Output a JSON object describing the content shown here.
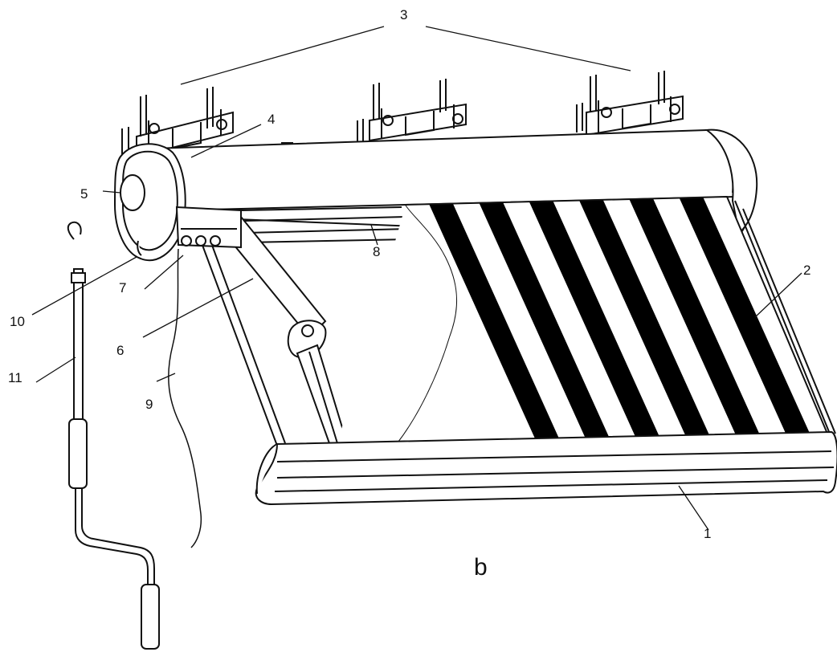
{
  "figure": {
    "caption": "b",
    "labels": {
      "l1": "1",
      "l2": "2",
      "l3": "3",
      "l4": "4",
      "l5": "5",
      "l6": "6",
      "l7": "7",
      "l8": "8",
      "l9": "9",
      "l10": "10",
      "l11": "11"
    }
  },
  "colors": {
    "ink": "#111111",
    "fabric_stripe": "#000000",
    "background": "#ffffff"
  },
  "icons": [
    "bracket-icon",
    "crank-handle-icon",
    "end-cap-icon"
  ]
}
